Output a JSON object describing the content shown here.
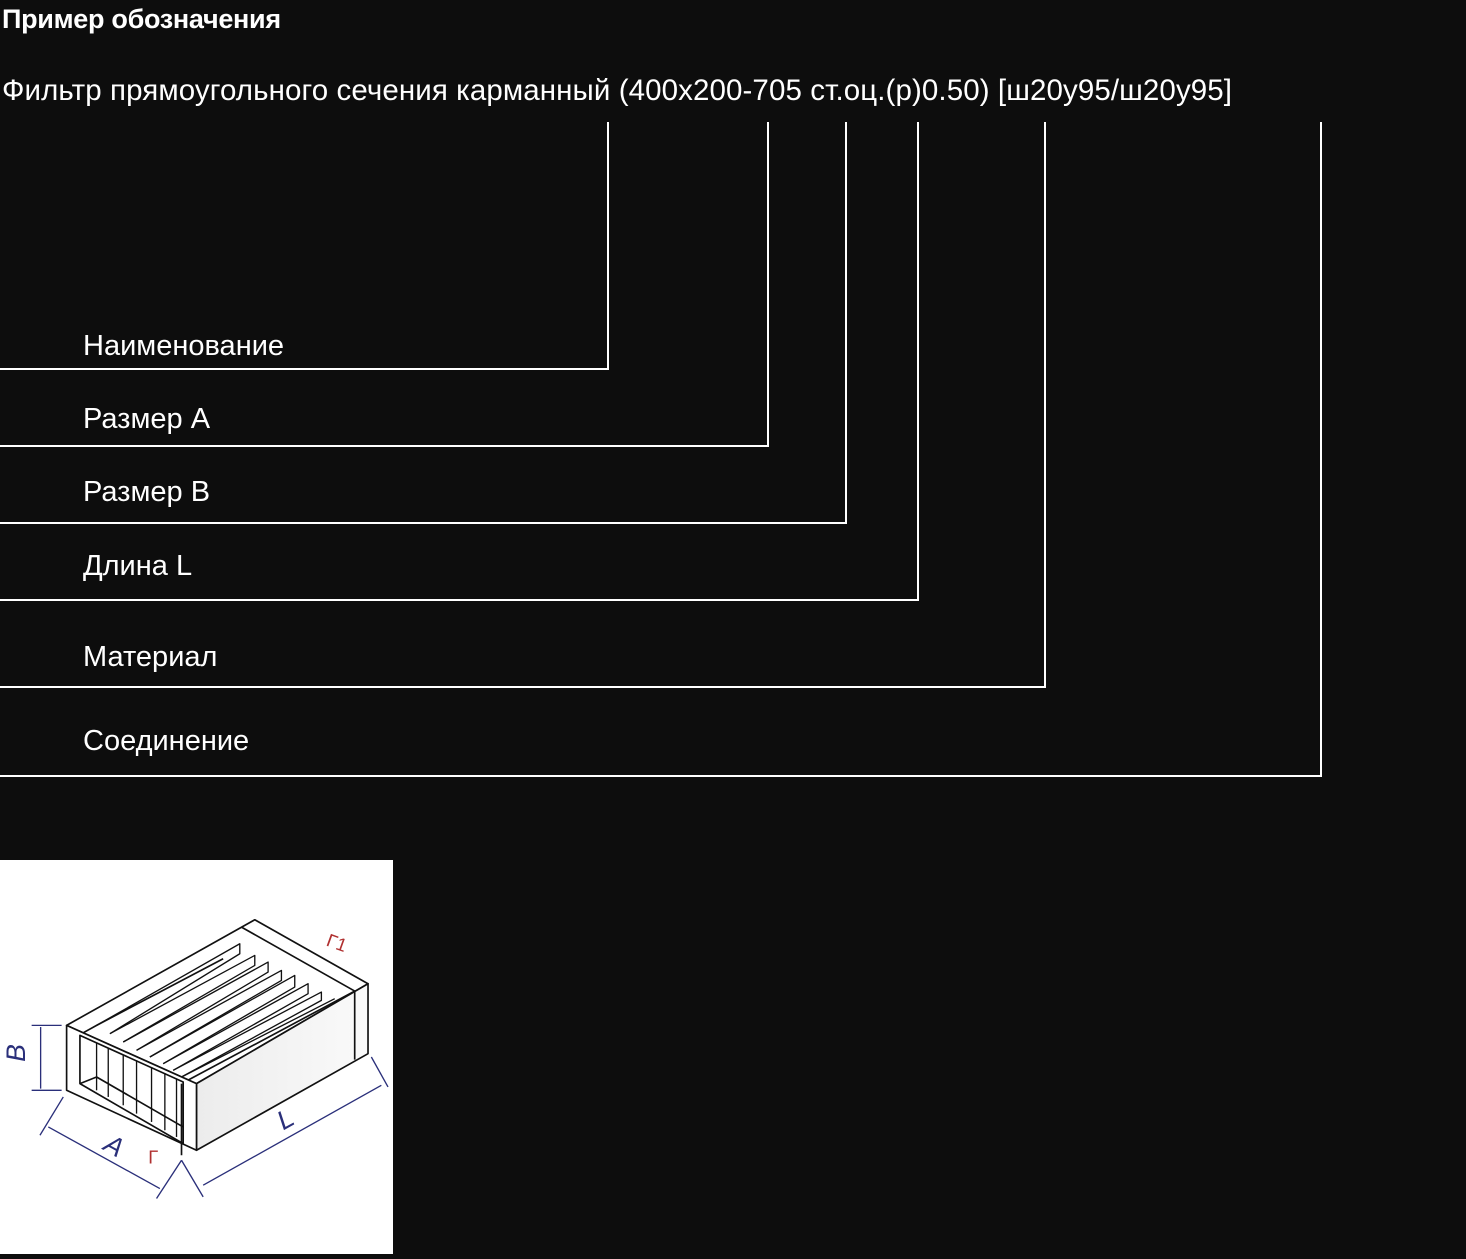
{
  "title": "Пример обозначения",
  "designation": "Фильтр прямоугольного сечения карманный (400x200-705 ст.оц.(р)0.50) [ш20у95/ш20у95]",
  "labels": [
    "Наименование",
    "Размер A",
    "Размер B",
    "Длина L",
    "Материал",
    "Соединение"
  ],
  "drawing": {
    "dim_a": "A",
    "dim_b": "B",
    "dim_l": "L",
    "flange_front": "Г",
    "flange_back": "Г1"
  }
}
